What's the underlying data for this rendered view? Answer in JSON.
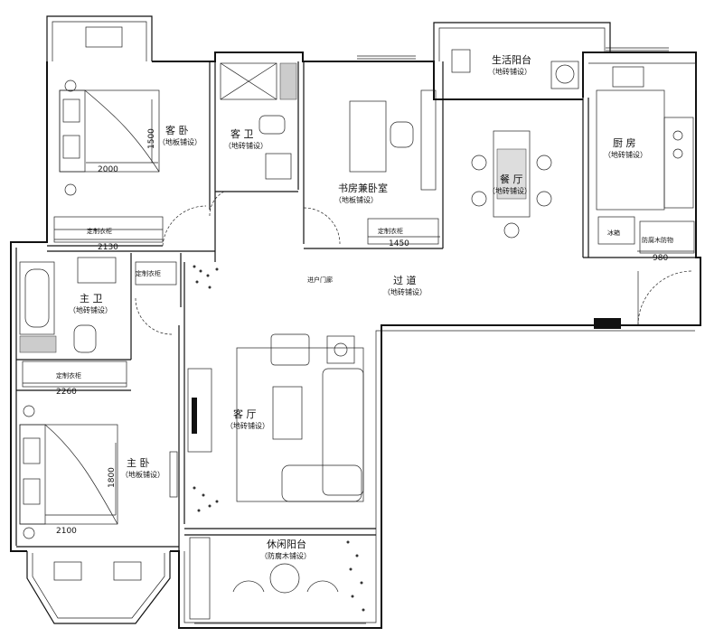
{
  "rooms": {
    "guest_bedroom": {
      "name": "客 卧",
      "floor": "（地板铺设）"
    },
    "bathroom_2": {
      "name": "客 卫",
      "floor": "（地砖铺设）"
    },
    "study": {
      "name": "书房兼卧室",
      "floor": "（地板铺设）"
    },
    "utility_balcony": {
      "name": "生活阳台",
      "floor": "（地砖铺设）"
    },
    "kitchen": {
      "name": "厨 房",
      "floor": "（地砖铺设）"
    },
    "dining": {
      "name": "餐 厅",
      "floor": "（地砖铺设）"
    },
    "corridor": {
      "name": "过 道",
      "floor": "（地砖铺设）"
    },
    "master_bath": {
      "name": "主 卫",
      "floor": "（地砖铺设）"
    },
    "living": {
      "name": "客 厅",
      "floor": "（地砖铺设）"
    },
    "master_bedroom": {
      "name": "主 卧",
      "floor": "（地板铺设）"
    },
    "leisure_balcony": {
      "name": "休闲阳台",
      "floor": "（防腐木铺设）"
    }
  },
  "fixtures": {
    "wardrobe_guest": "定制衣柜",
    "wardrobe_study": "定制衣柜",
    "wardrobe_master": "定制衣柜",
    "closet_small": "定制衣柜",
    "shoe_cabinet": "防腐木防物",
    "fridge": "冰箱",
    "entry": "进户门廊"
  },
  "dimensions": {
    "guest_bed_width": "2000",
    "guest_bed_height": "1500",
    "guest_wardrobe": "2130",
    "study_wardrobe": "1450",
    "kitchen_cabinet": "980",
    "master_wardrobe": "2260",
    "master_bed_width": "2100",
    "master_bed_height": "1800"
  }
}
